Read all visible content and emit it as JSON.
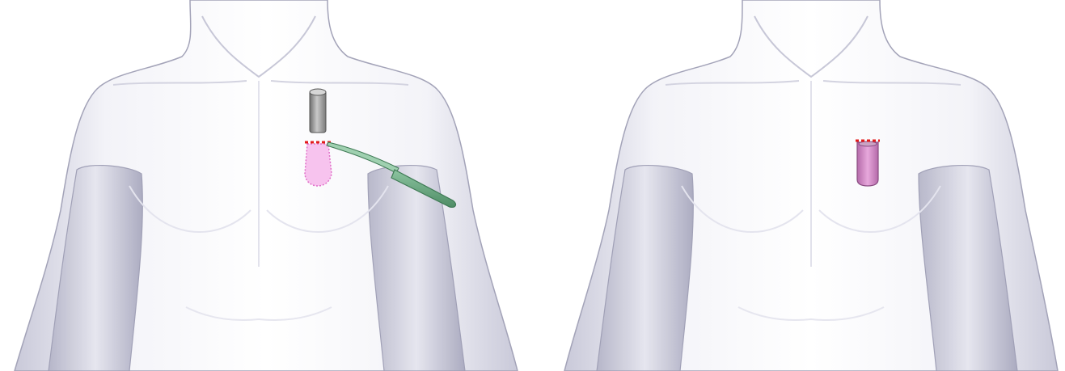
{
  "figure": {
    "panels": [
      {
        "id": "left",
        "content": "torso-front-view",
        "elements": [
          "implant-device",
          "pocket-outline",
          "incision-line",
          "scalpel"
        ]
      },
      {
        "id": "right",
        "content": "torso-front-view",
        "elements": [
          "implanted-device",
          "incision-line"
        ]
      }
    ],
    "colors": {
      "skin": "#f1f1f6",
      "skin_shadow": "#b9b9cc",
      "outline": "#a3a3b8",
      "device": "#9a9a9a",
      "pocket": "#f2a8e4",
      "pocket_border": "#e070c8",
      "implanted": "#d98fcf",
      "incision": "#e31a1a",
      "scalpel": "#6aa882"
    }
  }
}
